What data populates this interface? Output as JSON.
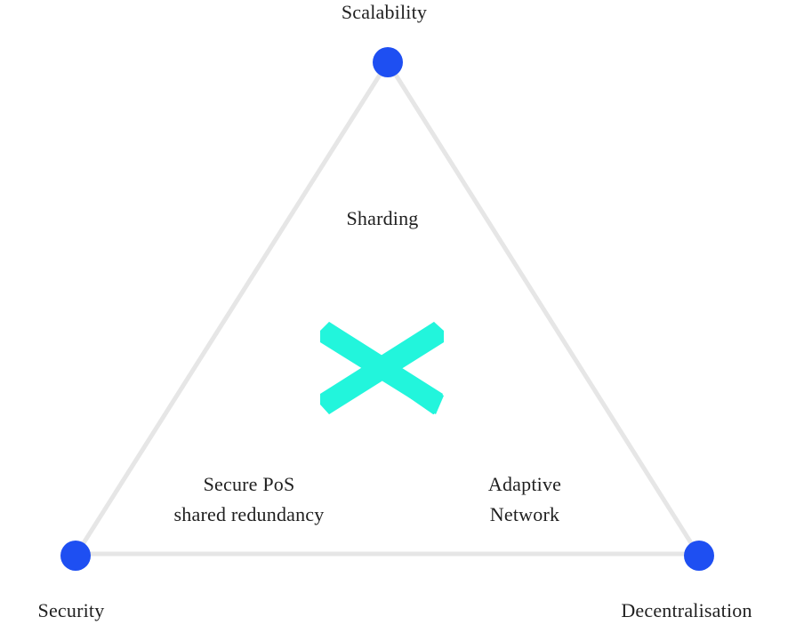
{
  "vertices": {
    "top": "Scalability",
    "left": "Security",
    "right": "Decentralisation"
  },
  "features": {
    "scalability_feature": "Sharding",
    "security_feature": [
      "Secure PoS",
      "shared redundancy"
    ],
    "decentralisation_feature": [
      "Adaptive",
      "Network"
    ]
  },
  "colors": {
    "edge": "#e6e6e6",
    "node": "#1e4ff2",
    "logo": "#22f5dc",
    "text": "#1f1f1f"
  },
  "logo_icon": "x-shaped-logo-icon"
}
